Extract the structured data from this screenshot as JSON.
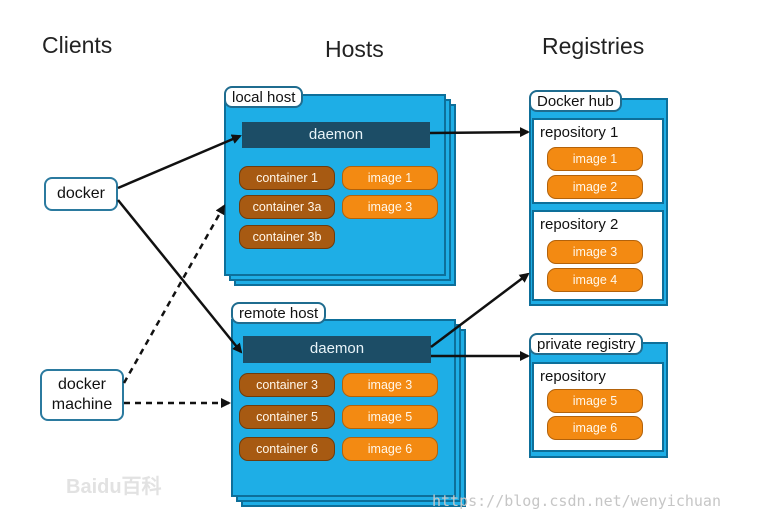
{
  "headers": {
    "clients": "Clients",
    "hosts": "Hosts",
    "registries": "Registries"
  },
  "clients": {
    "docker": "docker",
    "docker_machine_line1": "docker",
    "docker_machine_line2": "machine"
  },
  "local_host": {
    "label": "local host",
    "daemon": "daemon",
    "containers": [
      "container 1",
      "container 3a",
      "container 3b"
    ],
    "images": [
      "image 1",
      "image 3"
    ]
  },
  "remote_host": {
    "label": "remote host",
    "daemon": "daemon",
    "containers": [
      "container 3",
      "container 5",
      "container 6"
    ],
    "images": [
      "image 3",
      "image 5",
      "image 6"
    ]
  },
  "docker_hub": {
    "label": "Docker hub",
    "repositories": [
      {
        "name": "repository 1",
        "images": [
          "image 1",
          "image 2"
        ]
      },
      {
        "name": "repository 2",
        "images": [
          "image 3",
          "image 4"
        ]
      }
    ]
  },
  "private_registry": {
    "label": "private registry",
    "repository": {
      "name": "repository",
      "images": [
        "image 5",
        "image 6"
      ]
    }
  },
  "watermark": {
    "baidu": "Baidu百科",
    "url": "https://blog.csdn.net/wenyichuan"
  },
  "colors": {
    "host_blue": "#1eaee6",
    "daemon_navy": "#1c4d66",
    "container_brown": "#a75a12",
    "image_orange": "#f38a12"
  }
}
